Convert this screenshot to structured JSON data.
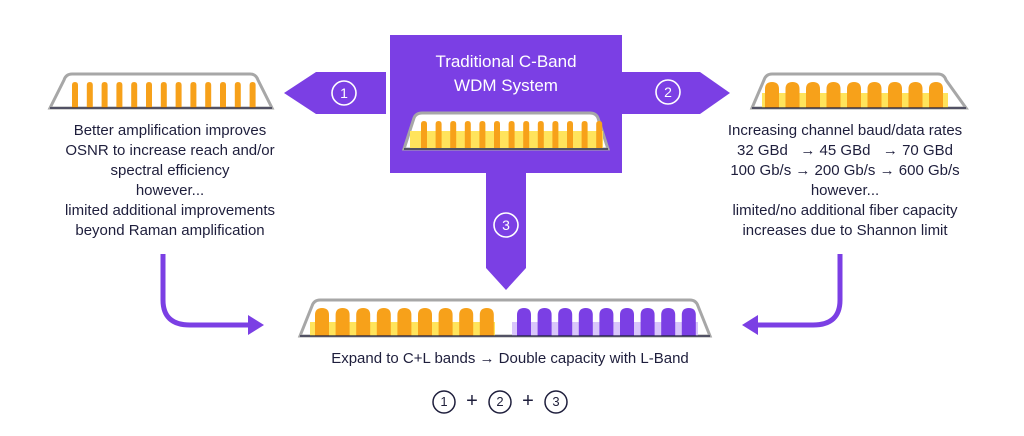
{
  "center": {
    "title_line1": "Traditional C-Band",
    "title_line2": "WDM System"
  },
  "steps": {
    "one": "1",
    "two": "2",
    "three": "3"
  },
  "left": {
    "lines": [
      "Better amplification improves",
      "OSNR to increase reach and/or",
      "spectral efficiency",
      "however...",
      "limited additional improvements",
      "beyond Raman amplification"
    ]
  },
  "right": {
    "lines": [
      "Increasing channel baud/data rates",
      "32 GBd   → 45 GBd   → 70 GBd",
      "100 Gb/s → 200 Gb/s → 600 Gb/s",
      "however...",
      "limited/no additional fiber capacity",
      "increases due to Shannon limit"
    ]
  },
  "bottom": {
    "caption": "Expand to C+L bands → Double capacity with L-Band",
    "formula": [
      "1",
      "+",
      "2",
      "+",
      "3"
    ]
  },
  "colors": {
    "purple": "#7b3fe4",
    "arrow_purple": "#7b3fe4",
    "orange": "#f7a11a",
    "yellow": "#ffe45c",
    "gray": "#a7a7a7",
    "dark": "#1e1e3c"
  }
}
